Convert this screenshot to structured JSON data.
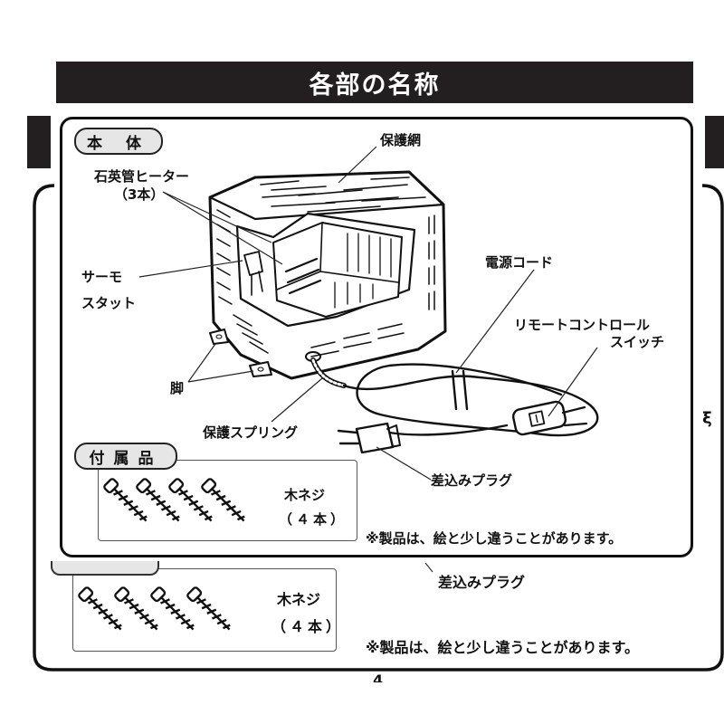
{
  "header": {
    "title": "各部の名称"
  },
  "main": {
    "section_label": "本 体",
    "labels": {
      "protective_net": "保護網",
      "quartz_heater": "石英管ヒーター",
      "quartz_heater_count": "（3本）",
      "thermostat_line1": "サーモ",
      "thermostat_line2": "スタット",
      "power_cord": "電源コード",
      "remote_switch_line1": "リモートコントロール",
      "remote_switch_line2": "スイッチ",
      "feet": "脚",
      "protective_spring": "保護スプリング",
      "plug": "差込みプラグ"
    }
  },
  "accessories": {
    "label": "付属品",
    "item_name": "木ネジ",
    "item_count": "（４本）"
  },
  "note": "※製品は、絵と少し違うことがあります。",
  "background_copy": {
    "plug": "差込みプラグ",
    "item_name": "木ネジ",
    "item_count": "（４本）",
    "note": "※製品は、絵と少し違うことがあります。",
    "page_number": "4"
  }
}
